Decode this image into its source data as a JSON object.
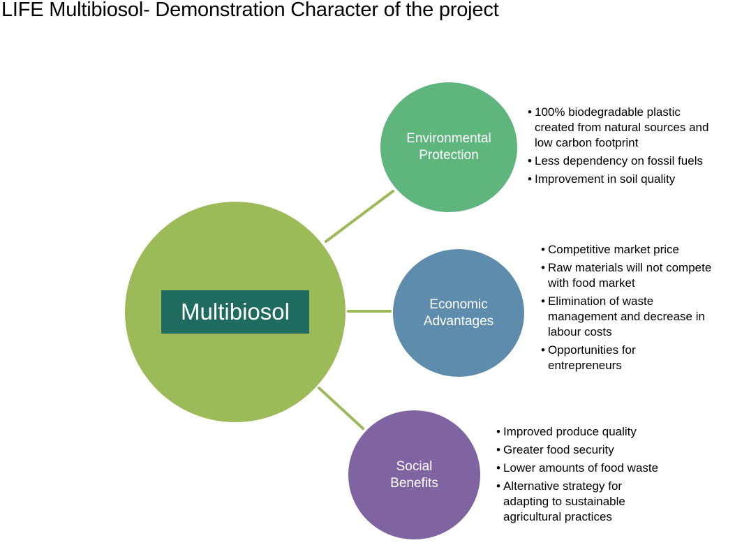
{
  "title": "LIFE Multibiosol- Demonstration Character of the project",
  "colors": {
    "hub": "#9bbb59",
    "hub_label_bg": "#1f6b5f",
    "environmental": "#5fb67c",
    "economic": "#5d8cad",
    "social": "#8064a2",
    "connector": "#9bbb59"
  },
  "hub": {
    "label": "Multibiosol"
  },
  "nodes": {
    "environmental": {
      "label_line1": "Environmental",
      "label_line2": "Protection",
      "bullets": [
        [
          "100% biodegradable plastic",
          "created from natural sources and",
          "low carbon footprint"
        ],
        [
          "Less dependency on fossil fuels"
        ],
        [
          "Improvement in soil quality"
        ]
      ]
    },
    "economic": {
      "label_line1": "Economic",
      "label_line2": "Advantages",
      "bullets": [
        [
          "Competitive market price"
        ],
        [
          "Raw materials will not compete",
          "with food market"
        ],
        [
          "Elimination of waste",
          "management and decrease in",
          "labour costs"
        ],
        [
          "Opportunities for",
          "entrepreneurs"
        ]
      ]
    },
    "social": {
      "label_line1": "Social",
      "label_line2": "Benefits",
      "bullets": [
        [
          "Improved produce quality"
        ],
        [
          "Greater food security"
        ],
        [
          "Lower amounts of food waste"
        ],
        [
          "Alternative strategy for",
          "adapting to sustainable",
          "agricultural practices"
        ]
      ]
    }
  }
}
